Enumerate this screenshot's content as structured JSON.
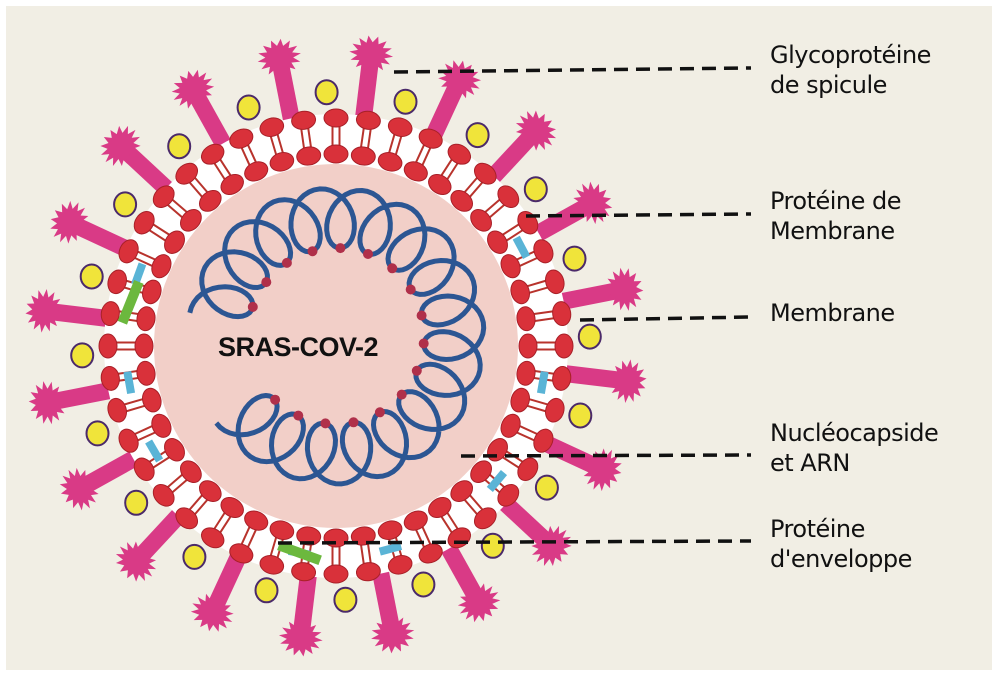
{
  "title": "SRAS-COV-2",
  "labels": [
    {
      "id": "spike",
      "text": "Glycoprotéine\nde spicule"
    },
    {
      "id": "membrane-protein",
      "text": "Protéine de\nMembrane"
    },
    {
      "id": "membrane",
      "text": "Membrane"
    },
    {
      "id": "nucleocapsid",
      "text": "Nucléocapside\net ARN"
    },
    {
      "id": "envelope-protein",
      "text": "Protéine\nd'enveloppe"
    }
  ],
  "colors": {
    "background": "#f1eee4",
    "interior": "#f2cfc8",
    "spike": "#d93a86",
    "lipid_head": "#d9313a",
    "lipid_tail": "#b8332c",
    "membrane_gap": "#ffffff",
    "membrane_protein": "#5ab4d6",
    "envelope_protein": "#6cb83e",
    "hemagglutinin": "#f0e43a",
    "hemagglutinin_outline": "#4b2a6a",
    "rna": "#2c5693",
    "rna_node": "#b0304a",
    "leader_line": "#111111"
  }
}
